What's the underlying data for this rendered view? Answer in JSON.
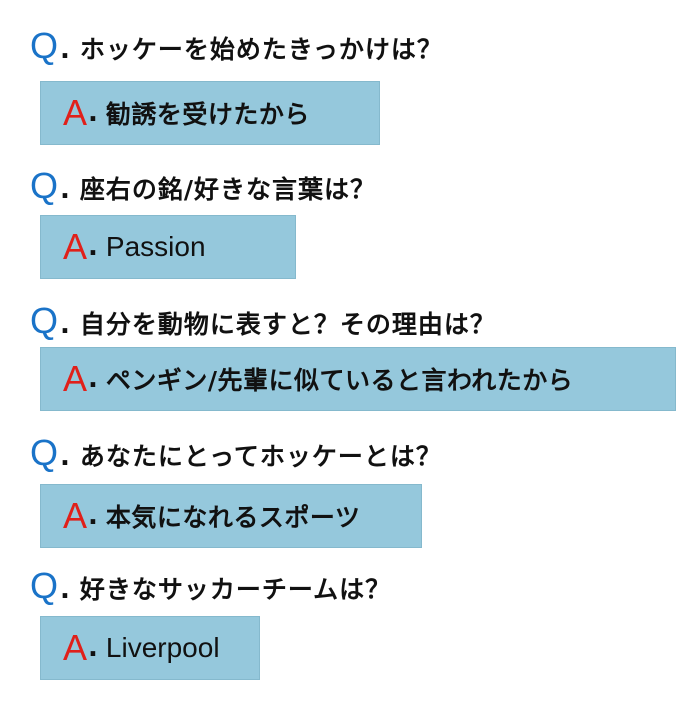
{
  "q_marker": "Q",
  "a_marker": "A",
  "dot": ".",
  "colors": {
    "q_marker": "#1a73c8",
    "a_marker": "#e0201a",
    "answer_box": "#95c8dc"
  },
  "items": [
    {
      "question": "ホッケーを始めたきっかけは？",
      "answer": "勧誘を受けたから"
    },
    {
      "question": "座右の銘/好きな言葉は？",
      "answer": "Passion"
    },
    {
      "question": "自分を動物に表すと？その理由は？",
      "answer": "ペンギン/先輩に似ていると言われたから"
    },
    {
      "question": "あなたにとってホッケーとは？",
      "answer": "本気になれるスポーツ"
    },
    {
      "question": "好きなサッカーチームは？",
      "answer": "Liverpool"
    }
  ]
}
